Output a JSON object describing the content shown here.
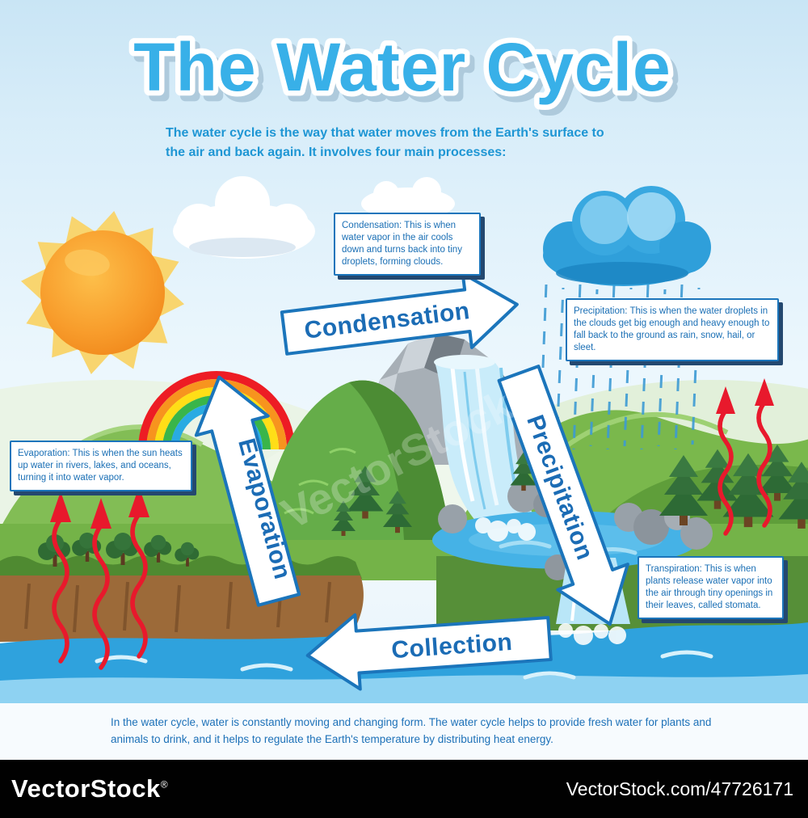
{
  "title": "The Water Cycle",
  "intro": {
    "lines": [
      "The water cycle is the way that water moves from the Earth's surface to",
      "the air and back again. It involves four main processes:"
    ]
  },
  "cycle": {
    "condensation_label": "Condensation",
    "precipitation_label": "Precipitation",
    "collection_label": "Collection",
    "evaporation_label": "Evaporation"
  },
  "callouts": {
    "condensation": "Condensation: This is when water vapor in the air cools down and turns back into tiny droplets, forming clouds.",
    "precipitation": "Precipitation: This is when the water droplets in the clouds get big enough and heavy enough to fall back to the ground as rain, snow, hail, or sleet.",
    "evaporation": "Evaporation: This is when the sun heats up water in rivers, lakes, and oceans, turning it into water vapor.",
    "transpiration": "Transpiration: This is when plants release water vapor into the air through tiny openings in their leaves, called stomata."
  },
  "footer": {
    "lines": [
      "In the water cycle, water is constantly moving and changing form. The water cycle helps to provide fresh water for plants and",
      "animals to drink, and it helps to regulate the Earth's temperature by distributing heat energy."
    ]
  },
  "watermark": {
    "left_name": "VectorStock",
    "left_reg": "®",
    "right": "VectorStock.com/47726171",
    "diagonal": "VectorStock"
  },
  "colors": {
    "title_blue": "#38b0e8",
    "text_blue": "#1b75bb",
    "box_shadow_navy": "#24486f",
    "sun_orange": "#f7941e",
    "rain_cloud_blue": "#2f9fda",
    "hill_green": "#7ab84c",
    "water_blue": "#2fa2dd",
    "red_arrow": "#e8192c",
    "rainbow": [
      "#ed1c24",
      "#f7941e",
      "#ffde17",
      "#39b54a",
      "#29abe2"
    ]
  },
  "scene_icons": [
    "sun-icon",
    "cloud-icon",
    "cloud-small-icon",
    "rain-cloud-icon",
    "rain-streaks-icon",
    "rainbow-icon",
    "rock-mountain-icon",
    "green-mountain-icon",
    "waterfall-icon",
    "pond-icon",
    "pine-tree-icon",
    "shrub-icon",
    "dirt-bank-icon",
    "river-icon",
    "evaporation-arrows-icon",
    "transpiration-arrows-icon",
    "condensation-arrow",
    "precipitation-arrow",
    "collection-arrow",
    "evaporation-arrow"
  ]
}
